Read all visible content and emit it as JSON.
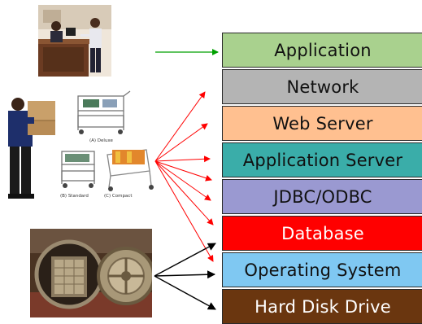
{
  "layers": [
    {
      "label": "Application",
      "bg": "#a9d18e",
      "color": "#111111"
    },
    {
      "label": "Network",
      "bg": "#b4b4b4",
      "color": "#111111"
    },
    {
      "label": "Web Server",
      "bg": "#ffc090",
      "color": "#111111"
    },
    {
      "label": "Application Server",
      "bg": "#3aada9",
      "color": "#111111"
    },
    {
      "label": "JDBC/ODBC",
      "bg": "#9a99d1",
      "color": "#111111"
    },
    {
      "label": "Database",
      "bg": "#ff0000",
      "color": "#ffffff"
    },
    {
      "label": "Operating System",
      "bg": "#7fc8f2",
      "color": "#111111"
    },
    {
      "label": "Hard Disk Drive",
      "bg": "#6a360f",
      "color": "#ffffff"
    }
  ],
  "connector_colors": {
    "clerk": "#00a000",
    "logistics": "#ff0000",
    "vault": "#000000"
  },
  "cart_captions": {
    "deluxe": "(A) Deluxe",
    "standard": "(B) Standard",
    "compact": "(C) Compact"
  }
}
